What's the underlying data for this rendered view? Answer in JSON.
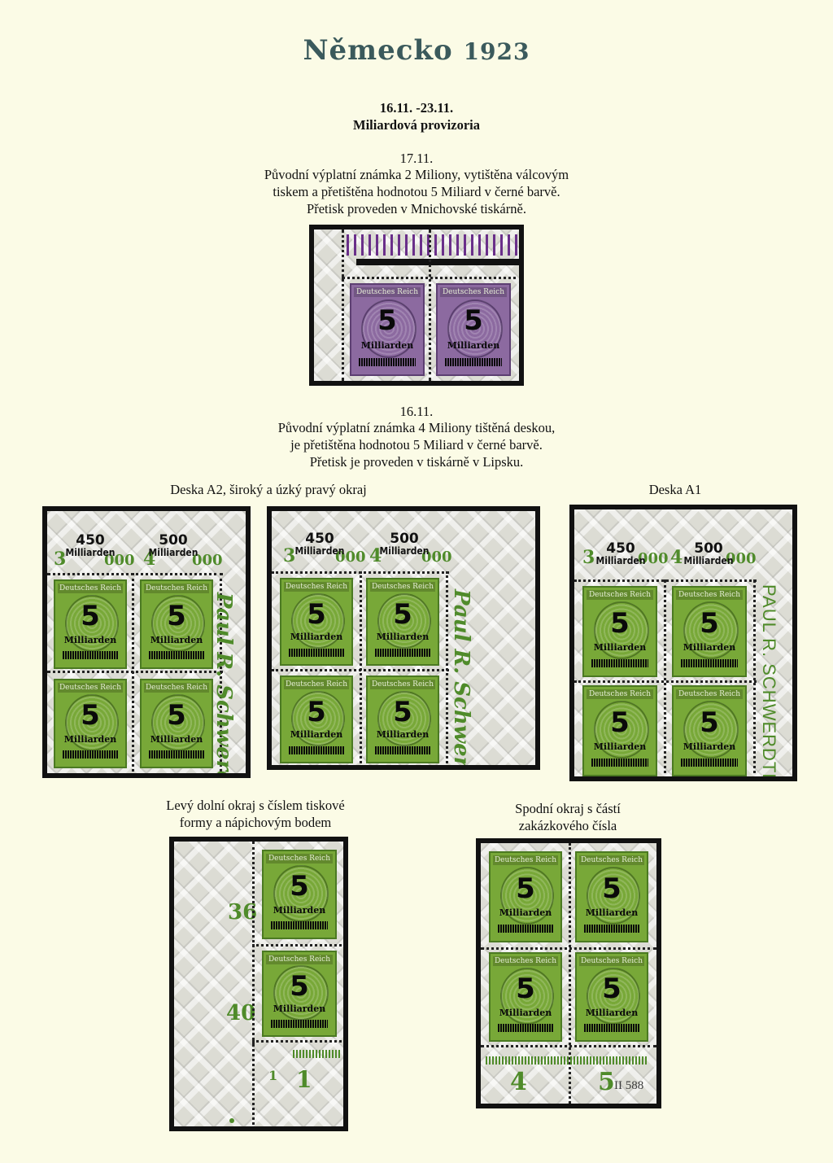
{
  "page": {
    "title": "Německo",
    "year": "1923",
    "dates": "16.11. -23.11.",
    "subtitle": "Miliardová provizoria"
  },
  "section1": {
    "date": "17.11.",
    "line1": "Původní výplatní známka 2 Miliony, vytištěna válcovým",
    "line2": "tiskem a přetištěna hodnotou 5 Miliard v černé barvě.",
    "line3": "Přetisk proveden v Mnichovské tiskárně."
  },
  "section2": {
    "date": "16.11.",
    "line1": "Původní výplatní známka 4 Miliony tištěná deskou,",
    "line2": "je přetištěna hodnotou 5 Miliard v černé barvě.",
    "line3": "Přetisk je proveden v tiskárně v Lipsku."
  },
  "captions": {
    "deska_a2": "Deska A2, široký a úzký pravý okraj",
    "deska_a1": "Deska A1",
    "levy_l1": "Levý dolní okraj s číslem tiskové",
    "levy_l2": "formy a nápichovým bodem",
    "spodni_l1": "Spodní okraj s částí",
    "spodni_l2": "zakázkového čísla"
  },
  "stamp": {
    "header": "Deutsches Reich",
    "value": "5",
    "word": "Milliarden"
  },
  "overprint": {
    "n450": "450",
    "n500": "500",
    "word": "Milliarden",
    "under1": "3",
    "under2": "4",
    "tail": "000"
  },
  "margins": {
    "script": "Paul R. Schwerdtner",
    "caps": "PAUL R. SCHWERDTNER+B",
    "num36": "36",
    "num40": "40",
    "small1": "1",
    "big1": "1",
    "num4": "4",
    "num5": "5",
    "order": "II 588"
  },
  "colors": {
    "background": "#fbfbe6",
    "stamp_green": "#78a838",
    "stamp_violet": "#8c6aa0",
    "title": "#3b5a5c"
  }
}
